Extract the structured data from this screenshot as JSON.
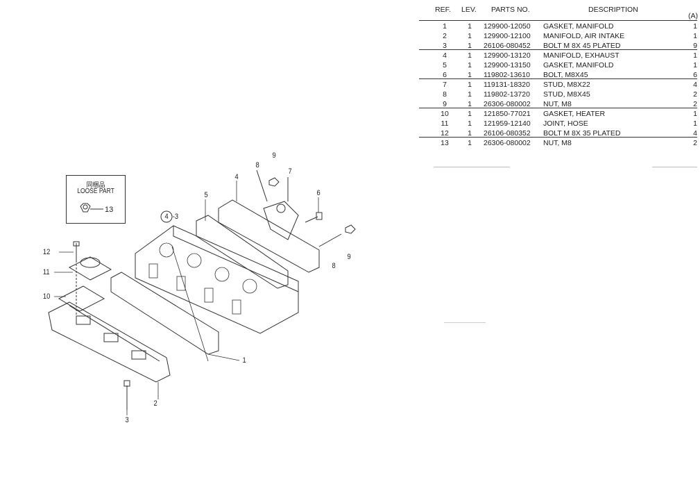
{
  "table": {
    "headers": {
      "ref": "REF.",
      "lev": "LEV.",
      "parts_no": "PARTS NO.",
      "description": "DESCRIPTION",
      "qty": "(A)"
    },
    "rows": [
      {
        "ref": "1",
        "lev": "1",
        "parts_no": "129900-12050",
        "description": "GASKET, MANIFOLD",
        "qty": "1"
      },
      {
        "ref": "2",
        "lev": "1",
        "parts_no": "129900-12100",
        "description": "MANIFOLD, AIR INTAKE",
        "qty": "1"
      },
      {
        "ref": "3",
        "lev": "1",
        "parts_no": "26106-080452",
        "description": "BOLT M 8X 45 PLATED",
        "qty": "9"
      },
      {
        "ref": "4",
        "lev": "1",
        "parts_no": "129900-13120",
        "description": "MANIFOLD, EXHAUST",
        "qty": "1"
      },
      {
        "ref": "5",
        "lev": "1",
        "parts_no": "129900-13150",
        "description": "GASKET, MANIFOLD",
        "qty": "1"
      },
      {
        "ref": "6",
        "lev": "1",
        "parts_no": "119802-13610",
        "description": "BOLT, M8X45",
        "qty": "6"
      },
      {
        "ref": "7",
        "lev": "1",
        "parts_no": "119131-18320",
        "description": "STUD, M8X22",
        "qty": "4"
      },
      {
        "ref": "8",
        "lev": "1",
        "parts_no": "119802-13720",
        "description": "STUD, M8X45",
        "qty": "2"
      },
      {
        "ref": "9",
        "lev": "1",
        "parts_no": "26306-080002",
        "description": "NUT, M8",
        "qty": "2"
      },
      {
        "ref": "10",
        "lev": "1",
        "parts_no": "121850-77021",
        "description": "GASKET, HEATER",
        "qty": "1"
      },
      {
        "ref": "11",
        "lev": "1",
        "parts_no": "121959-12140",
        "description": "JOINT, HOSE",
        "qty": "1"
      },
      {
        "ref": "12",
        "lev": "1",
        "parts_no": "26106-080352",
        "description": "BOLT M 8X 35 PLATED",
        "qty": "4"
      },
      {
        "ref": "13",
        "lev": "1",
        "parts_no": "26306-080002",
        "description": "NUT, M8",
        "qty": "2"
      }
    ]
  },
  "diagram": {
    "loose_part": {
      "title_jp": "同梱品",
      "title": "LOOSE PART",
      "ref": "13"
    },
    "callouts": [
      "1",
      "2",
      "3",
      "4",
      "-3",
      "5",
      "4",
      "8",
      "9",
      "7",
      "6",
      "8",
      "9",
      "12",
      "11",
      "10"
    ]
  }
}
